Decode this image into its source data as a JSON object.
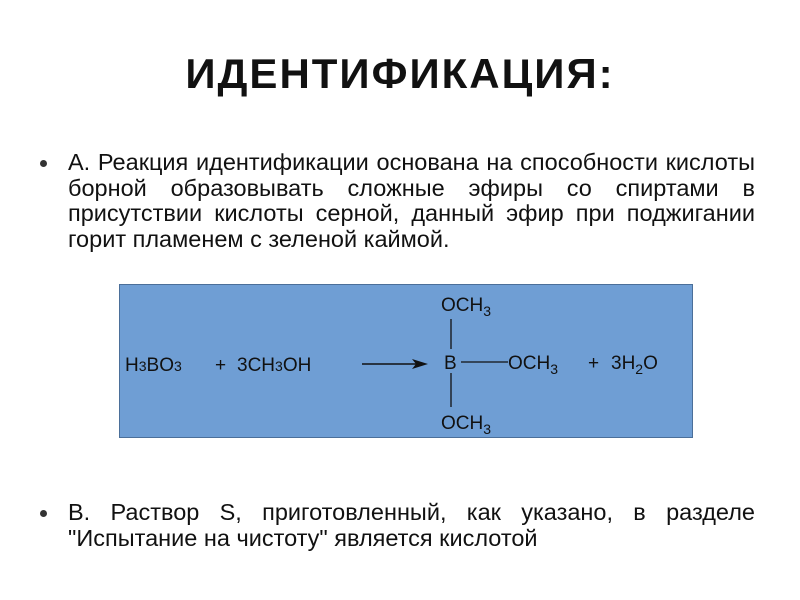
{
  "slide": {
    "title": "ИДЕНТИФИКАЦИЯ:",
    "bullets": [
      "А. Реакция идентификации основана на способности кислоты борной образовывать сложные эфиры со спиртами в присутствии кислоты серной, данный эфир при поджигании горит пламенем с зеленой каймой.",
      "В. Раствор S, приготовленный, как указано, в разделе \"Испытание на чистоту\" является кислотой"
    ]
  },
  "reaction": {
    "reactant1": {
      "h": "H",
      "h_sub": "3",
      "b": "BO",
      "o_sub": "3"
    },
    "plus1": "+",
    "reactant2": {
      "coef": "3CH",
      "sub": "3",
      "tail": "OH"
    },
    "center_atom": "B",
    "top_group": {
      "main": "OCH",
      "sub": "3"
    },
    "right_group": {
      "main": "OCH",
      "sub": "3"
    },
    "bottom_group": {
      "main": "OCH",
      "sub": "3"
    },
    "plus2": "+",
    "product2": {
      "coef": "3H",
      "sub": "2",
      "tail": "O"
    }
  },
  "colors": {
    "box_bg": "#6f9ed4",
    "text": "#111111"
  }
}
